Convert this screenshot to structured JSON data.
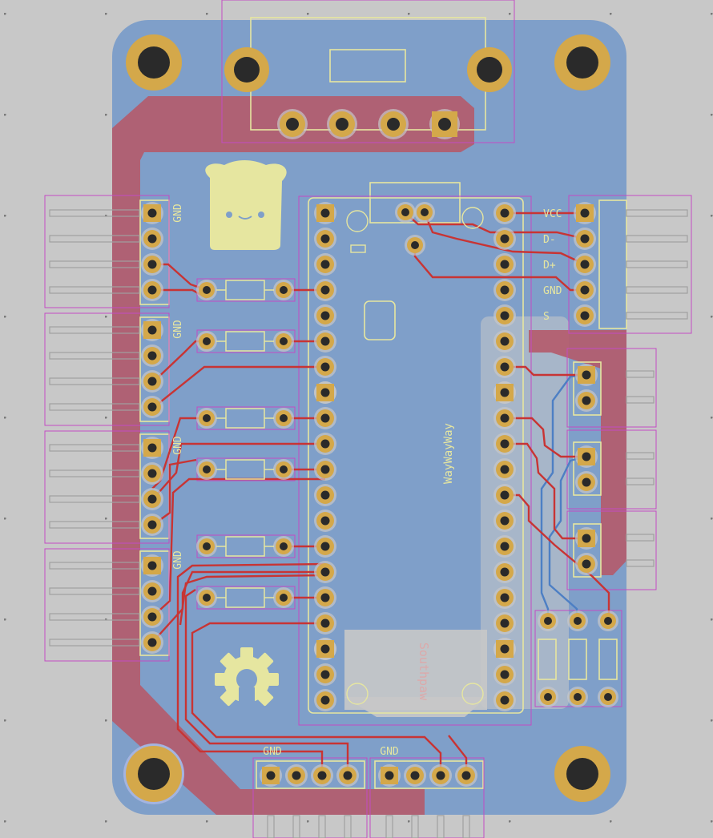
{
  "pcb": {
    "labels": {
      "gnd_1": "GND",
      "gnd_2": "GND",
      "gnd_3": "GND",
      "gnd_4": "GND",
      "gnd_bottom_left": "GND",
      "gnd_bottom_right": "GND",
      "vcc": "VCC",
      "d_minus": "D-",
      "d_plus": "D+",
      "gnd_right": "GND",
      "s": "S",
      "board_name": "WayWayWay",
      "back_text": "Southpaw"
    },
    "colors": {
      "background": "#c8c8c8",
      "board": "#7f9fc9",
      "back_copper": "#b55a6a",
      "trace_front": "#c83434",
      "trace_back": "#4d7fc4",
      "pad_ring": "#d4a84a",
      "drill": "#2a2a2a",
      "courtyard": "#c34bc3",
      "front_silk": "#e6e6a0"
    },
    "icons": [
      "toast-logo-icon",
      "open-hardware-logo-icon"
    ]
  }
}
